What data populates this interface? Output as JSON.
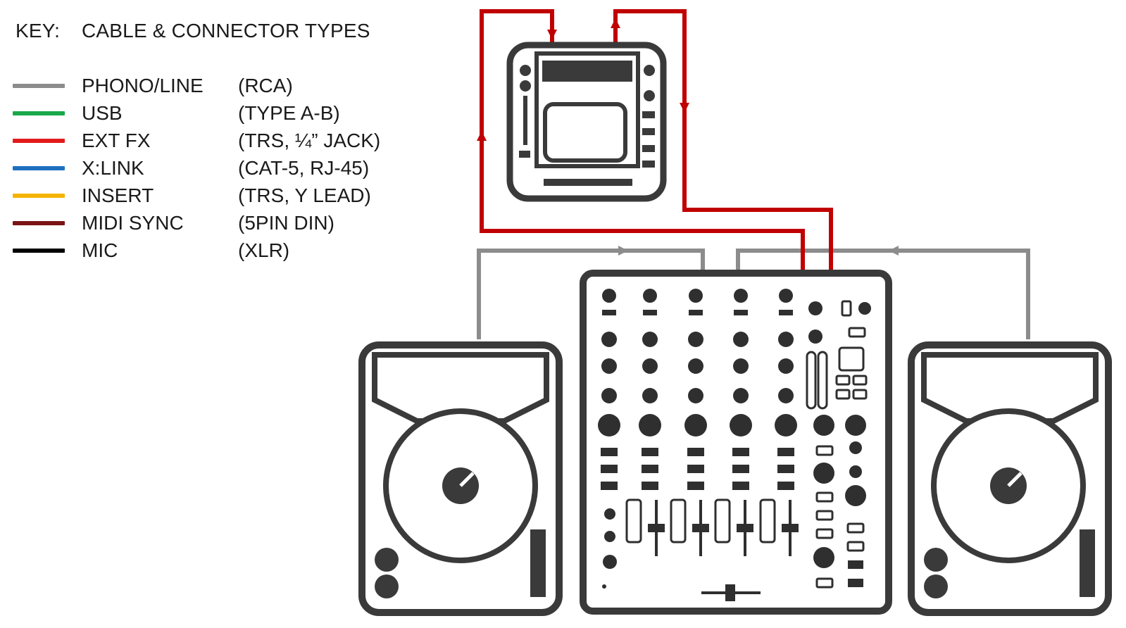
{
  "key": {
    "label": "KEY:",
    "title": "CABLE & CONNECTOR TYPES"
  },
  "legend": [
    {
      "color": "#8c8c8c",
      "name": "PHONO/LINE",
      "connector": "(RCA)"
    },
    {
      "color": "#19a84a",
      "name": "USB",
      "connector": "(TYPE A-B)"
    },
    {
      "color": "#e21b1b",
      "name": "EXT FX",
      "connector": "(TRS, ¼” JACK)"
    },
    {
      "color": "#1f6fbf",
      "name": "X:LINK",
      "connector": "(CAT-5, RJ-45)"
    },
    {
      "color": "#f4b400",
      "name": "INSERT",
      "connector": "(TRS, Y LEAD)"
    },
    {
      "color": "#7a1414",
      "name": "MIDI SYNC",
      "connector": "(5PIN DIN)"
    },
    {
      "color": "#000000",
      "name": "MIC",
      "connector": "(XLR)"
    }
  ],
  "devices": {
    "fx_unit": "fx-processor-icon",
    "left_deck": "turntable-icon",
    "mixer": "dj-mixer-icon",
    "right_deck": "turntable-icon"
  },
  "colors": {
    "device_outline": "#3a3a3a",
    "ext_fx_cable": "#c00000",
    "phono_cable": "#8c8c8c"
  }
}
